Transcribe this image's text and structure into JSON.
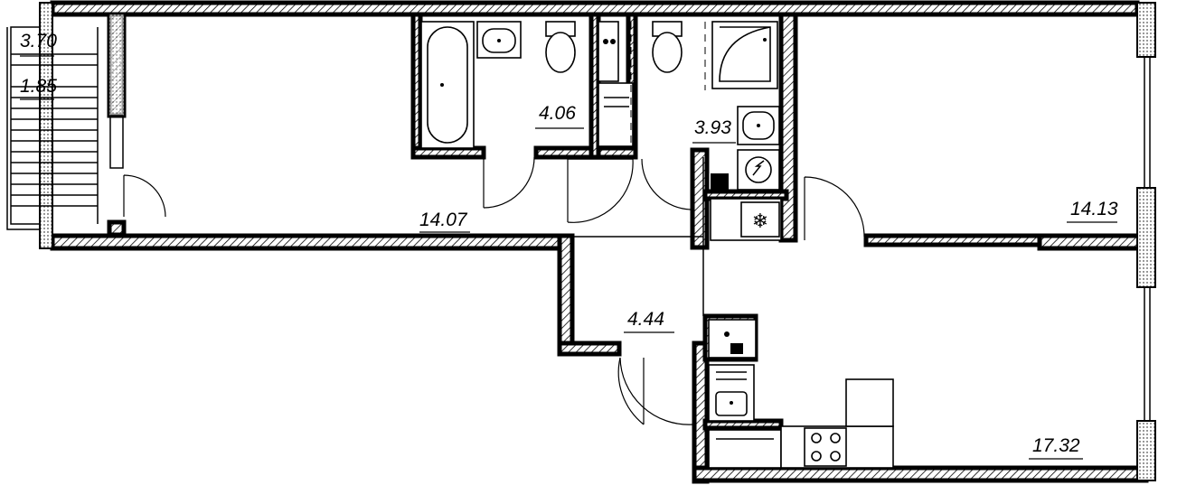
{
  "plan": {
    "rooms": [
      {
        "id": "balcony-outer",
        "area": "3.70"
      },
      {
        "id": "balcony-inner",
        "area": "1.85"
      },
      {
        "id": "bedroom-left",
        "area": "14.07"
      },
      {
        "id": "bathroom",
        "area": "4.06"
      },
      {
        "id": "shower-room",
        "area": "3.93"
      },
      {
        "id": "bedroom-right",
        "area": "14.13"
      },
      {
        "id": "hallway",
        "area": "4.44"
      },
      {
        "id": "kitchen-living",
        "area": "17.32"
      }
    ],
    "fixtures": [
      "bathtub-icon",
      "sink-icon",
      "toilet-icon",
      "shower-tray-icon",
      "washing-machine-icon",
      "boiler-icon",
      "fridge-icon",
      "stove-icon",
      "kitchen-sink-icon"
    ]
  }
}
